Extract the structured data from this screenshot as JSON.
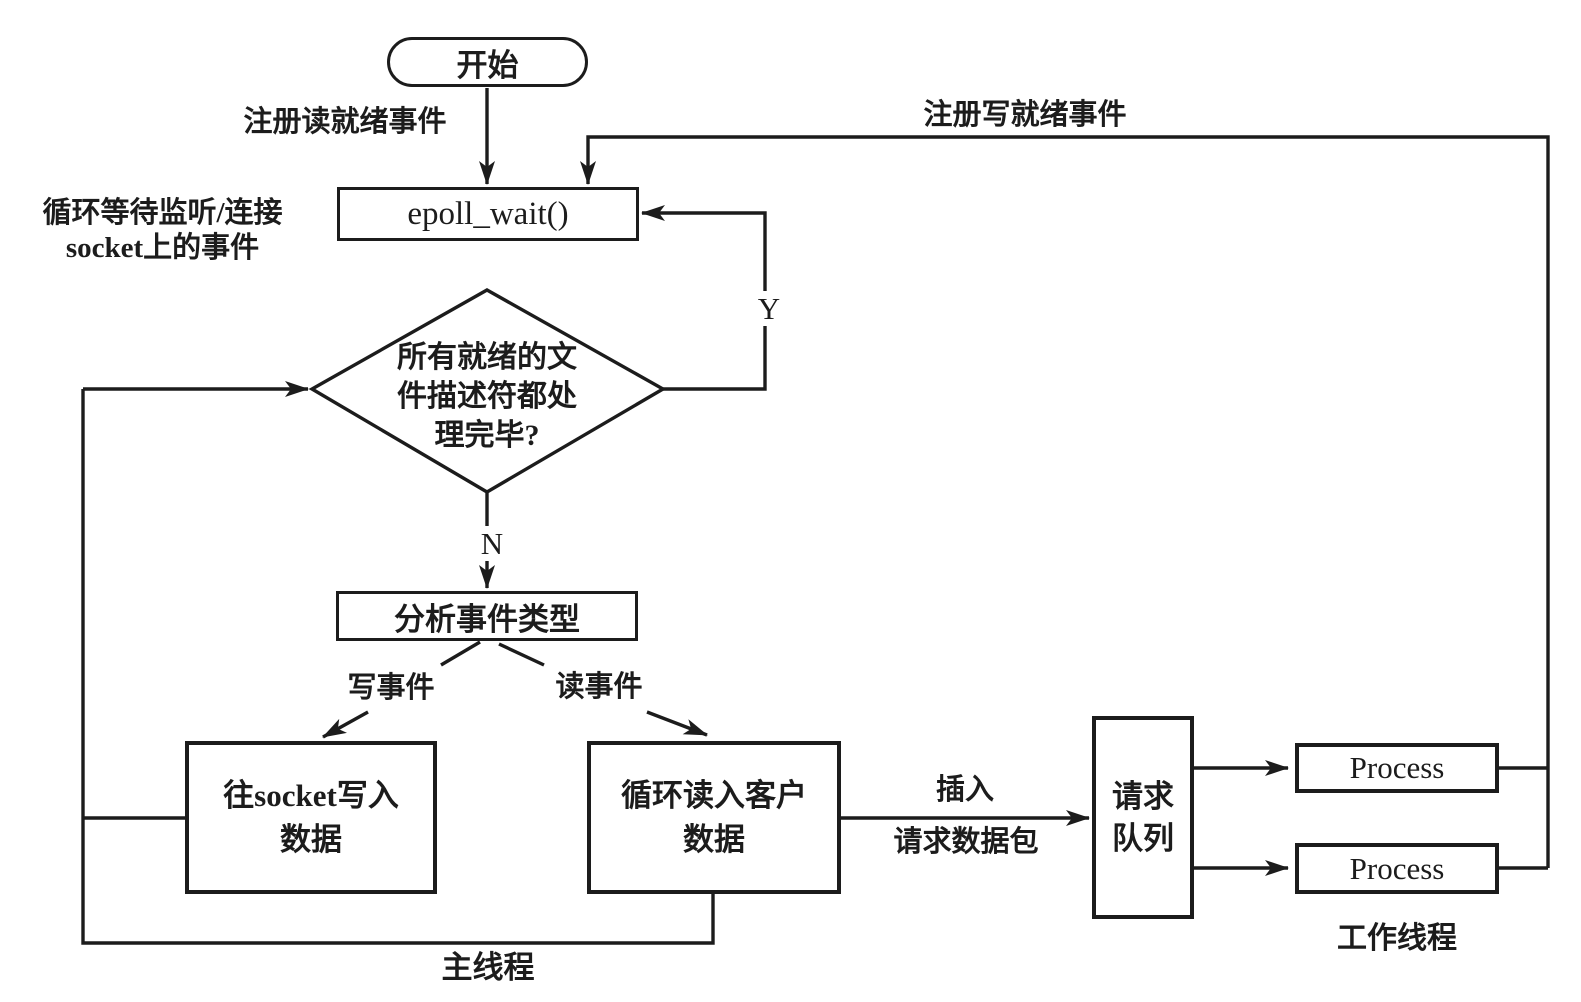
{
  "palette": {
    "ink": "#1c1c1c",
    "background": "#ffffff"
  },
  "diagram_type": "flowchart",
  "nodes": {
    "start": {
      "label": "开始"
    },
    "epoll_wait": {
      "label": "epoll_wait()"
    },
    "decision": {
      "line1": "所有就绪的文",
      "line2": "件描述符都处",
      "line3": "理完毕?"
    },
    "analyze": {
      "label": "分析事件类型"
    },
    "write_socket": {
      "line1": "往socket写入",
      "line2": "数据"
    },
    "read_client": {
      "line1": "循环读入客户",
      "line2": "数据"
    },
    "request_queue": {
      "line1": "请求",
      "line2": "队列"
    },
    "process_1": {
      "label": "Process"
    },
    "process_2": {
      "label": "Process"
    }
  },
  "annotations": {
    "register_read": "注册读就绪事件",
    "register_write": "注册写就绪事件",
    "loop_wait_line1": "循环等待监听/连接",
    "loop_wait_line2": "socket上的事件",
    "yes": "Y",
    "no": "N",
    "write_event": "写事件",
    "read_event": "读事件",
    "insert": "插入",
    "request_packet": "请求数据包",
    "main_thread": "主线程",
    "worker_thread": "工作线程"
  }
}
